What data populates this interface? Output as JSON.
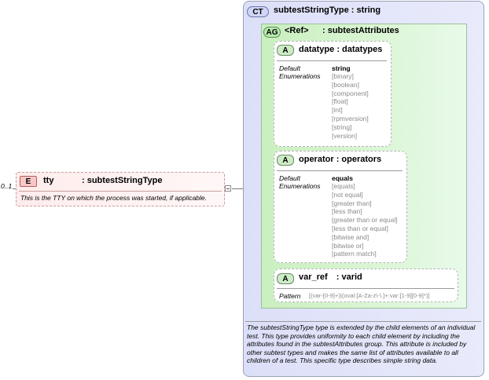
{
  "complex_type": {
    "tag": "CT",
    "title": "subtestStringType : string",
    "documentation": "The subtestStringType type is extended by the child elements of an individual test.  This type provides uniformity to each child element by including the attributes found in the subtestAttributes group.  This attribute is included by other subtest types and makes the same list of attributes available to all children of a test.  This specific type describes simple string data."
  },
  "attribute_group": {
    "tag": "AG",
    "ref": "<Ref>",
    "name": ": subtestAttributes"
  },
  "attributes": [
    {
      "tag": "A",
      "name": "datatype",
      "type": ": datatypes",
      "default_label": "Default",
      "enum_label": "Enumerations",
      "default_value": "string",
      "enumerations": [
        "[binary]",
        "[boolean]",
        "[component]",
        "[float]",
        "[int]",
        "[rpmversion]",
        "[string]",
        "[version]"
      ]
    },
    {
      "tag": "A",
      "name": "operator",
      "type": ": operators",
      "default_label": "Default",
      "enum_label": "Enumerations",
      "default_value": "equals",
      "enumerations": [
        "[equals]",
        "[not equal]",
        "[greater than]",
        "[less than]",
        "[greater than or equal]",
        "[less than or equal]",
        "[bitwise and]",
        "[bitwise or]",
        "[pattern match]"
      ]
    },
    {
      "tag": "A",
      "name": "var_ref",
      "type": ": varid",
      "pattern_label": "Pattern",
      "pattern_value": "[(var-[0-9]+)|(oval:[A-Za-z\\-\\.]+:var:[1-9][0-9]*)]"
    }
  ],
  "element": {
    "cardinality": "0..1",
    "tag": "E",
    "name": "tty",
    "type": ": subtestStringType",
    "documentation": "This is the TTY on which the process was started, if applicable."
  },
  "colors": {
    "complex_type_bg": "#dcdff8",
    "group_bg": "#c9efbf",
    "element_bg": "#ffecec"
  }
}
